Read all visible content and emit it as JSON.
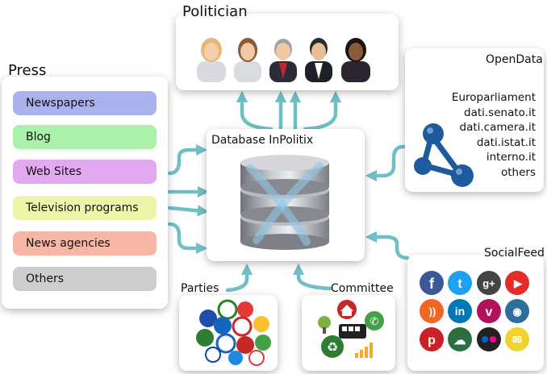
{
  "press": {
    "title": "Press",
    "items": [
      {
        "label": "Newspapers",
        "color": "#aab2ee"
      },
      {
        "label": "Blog",
        "color": "#abf0a8"
      },
      {
        "label": "Web Sites",
        "color": "#e3a9f0"
      },
      {
        "label": "Television programs",
        "color": "#eef5a8"
      },
      {
        "label": "News agencies",
        "color": "#f7b7a4"
      },
      {
        "label": "Others",
        "color": "#cdcdcd"
      }
    ]
  },
  "politician": {
    "title": "Politician"
  },
  "database": {
    "title": "Database InPolitix"
  },
  "opendata": {
    "title": "OpenData",
    "sources": [
      "Europarliament",
      "dati.senato.it",
      "dati.camera.it",
      "dati.istat.it",
      "interno.it",
      "others"
    ]
  },
  "socialfeed": {
    "title": "SocialFeed",
    "icons": [
      {
        "name": "facebook-icon",
        "color": "#3b5998",
        "glyph": "f"
      },
      {
        "name": "twitter-icon",
        "color": "#1da1f2",
        "glyph": "t"
      },
      {
        "name": "google-plus-icon",
        "color": "#444444",
        "glyph": "g+"
      },
      {
        "name": "youtube-icon",
        "color": "#e52d27",
        "glyph": "▶"
      },
      {
        "name": "rss-icon",
        "color": "#f26522",
        "glyph": "))"
      },
      {
        "name": "linkedin-icon",
        "color": "#0077b5",
        "glyph": "in"
      },
      {
        "name": "vimeo-icon",
        "color": "#b0125d",
        "glyph": "v"
      },
      {
        "name": "github-icon",
        "color": "#2f6e9a",
        "glyph": "◉"
      },
      {
        "name": "pinterest-icon",
        "color": "#cb2027",
        "glyph": "p"
      },
      {
        "name": "soundcloud-icon",
        "color": "#2c6e3f",
        "glyph": "☁"
      },
      {
        "name": "flickr-icon",
        "color": "#222222",
        "glyph": "●●"
      },
      {
        "name": "email-icon",
        "color": "#f2d22e",
        "glyph": "✉"
      }
    ]
  },
  "parties": {
    "title": "Parties"
  },
  "committee": {
    "title": "Committee"
  },
  "colors": {
    "arrow": "#6fbfc4",
    "database_body": "#8f9399",
    "open_data_logo": "#1f5a9e"
  }
}
